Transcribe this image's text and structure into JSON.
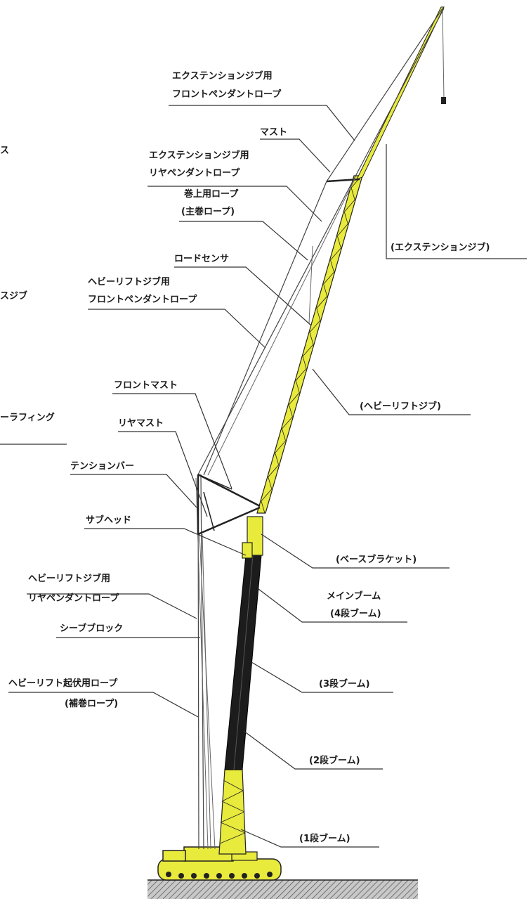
{
  "labels": {
    "ext_front_pendant_1": "エクステンションジブ用",
    "ext_front_pendant_2": "フロントペンダントロープ",
    "mast": "マスト",
    "ext_rear_pendant_1": "エクステンションジブ用",
    "ext_rear_pendant_2": "リヤペンダントロープ",
    "hoist_rope_1": "巻上用ロープ",
    "hoist_rope_2": "(主巻ロープ)",
    "extension_jib": "(エクステンションジブ)",
    "load_sensor": "ロードセンサ",
    "hl_front_pendant_1": "ヘビーリフトジブ用",
    "hl_front_pendant_2": "フロントペンダントロープ",
    "heavy_lift_jib": "(ヘビーリフトジブ)",
    "front_mast": "フロントマスト",
    "rear_mast": "リヤマスト",
    "tension_bar": "テンションバー",
    "sub_head": "サブヘッド",
    "base_bracket": "(ベースブラケット)",
    "hl_rear_pendant_1": "ヘビーリフトジブ用",
    "hl_rear_pendant_2": "リヤペンダントロープ",
    "main_boom_1": "メインブーム",
    "main_boom_2": "(4段ブーム)",
    "sheave_block": "シーブブロック",
    "boom_3": "(3段ブーム)",
    "hl_luffing_rope_1": "ヘビーリフト起伏用ロープ",
    "hl_luffing_rope_2": "(補巻ロープ)",
    "boom_2": "(2段ブーム)",
    "boom_1": "(1段ブーム)",
    "cut_left_1": "ス",
    "cut_left_2": "スジブ",
    "cut_left_3": "ーラフィング"
  },
  "colors": {
    "jib_yellow": "#e8ea3c",
    "boom_black": "#1c1c1c",
    "rope": "#444444",
    "ground": "#9a9a9a"
  }
}
